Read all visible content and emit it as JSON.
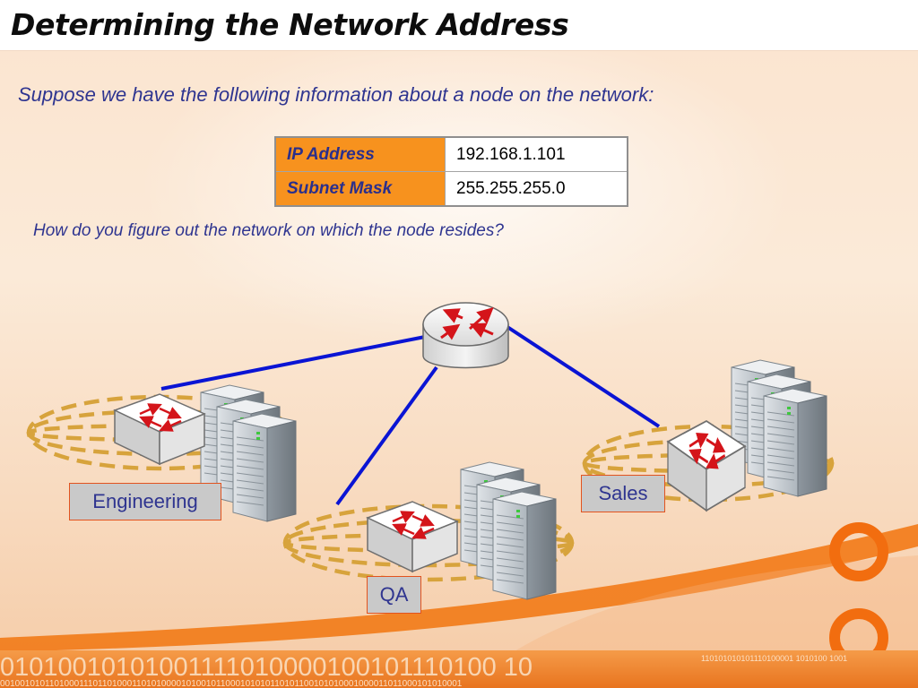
{
  "slide": {
    "title": "Determining the Network Address",
    "subtitle": "Suppose we have the following information about a node on the network:",
    "question": "How do you figure out the network on which the node resides?"
  },
  "table": {
    "rows": [
      {
        "label": "IP Address",
        "value": "192.168.1.101"
      },
      {
        "label": "Subnet Mask",
        "value": "255.255.255.0"
      }
    ]
  },
  "networks": {
    "engineering": "Engineering",
    "sales": "Sales",
    "qa": "QA"
  },
  "binary": {
    "large": "01010010101001111010000100101110100 10",
    "small_right": "110101010101110100001 1010100 1001",
    "bottom_row": "0010010101101000111011010001101010000101001011000101010110101100101010001000011011000101010001"
  },
  "colors": {
    "accent_orange": "#f7921e",
    "text_blue": "#2f3590",
    "link_blue": "#0a14d4",
    "ring_gold": "#d7a33c",
    "switch_red": "#d4141a"
  },
  "icons": [
    "router-icon",
    "switch-icon",
    "server-icon"
  ]
}
